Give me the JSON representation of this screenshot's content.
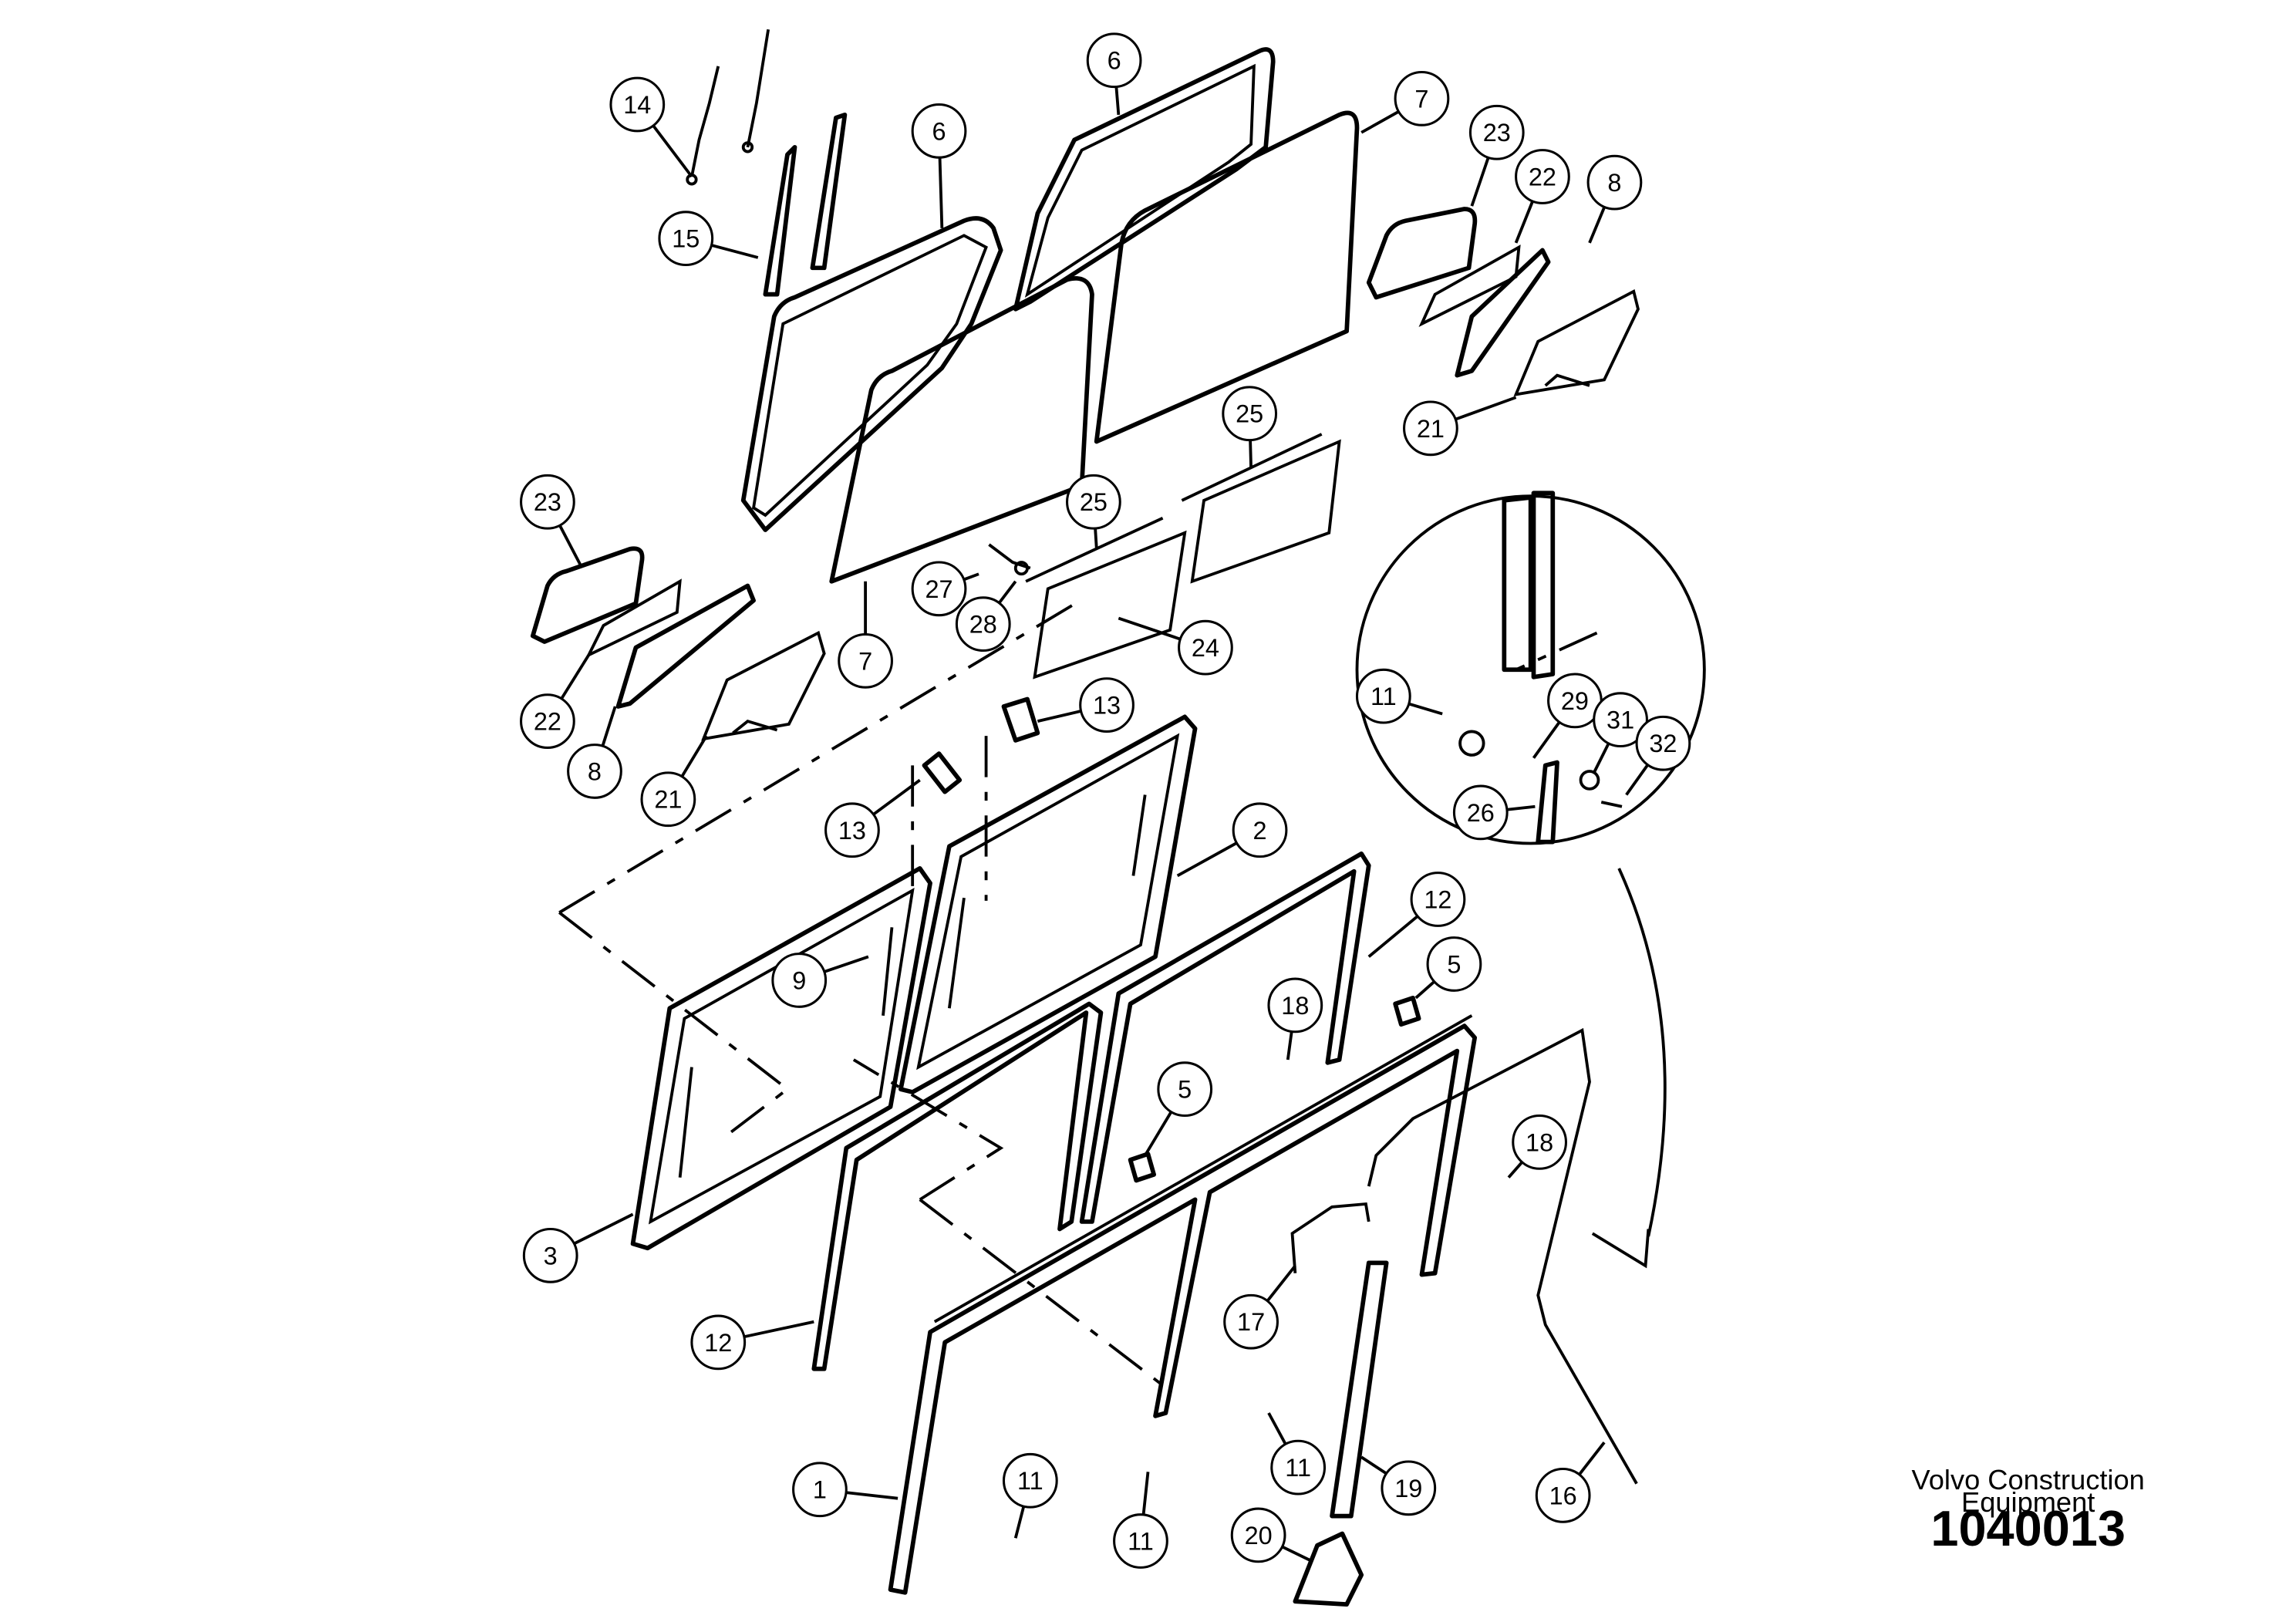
{
  "callouts": [
    {
      "label": "14"
    },
    {
      "label": "15"
    },
    {
      "label": "6"
    },
    {
      "label": "6"
    },
    {
      "label": "7"
    },
    {
      "label": "23"
    },
    {
      "label": "22"
    },
    {
      "label": "8"
    },
    {
      "label": "21"
    },
    {
      "label": "25"
    },
    {
      "label": "25"
    },
    {
      "label": "23"
    },
    {
      "label": "27"
    },
    {
      "label": "28"
    },
    {
      "label": "24"
    },
    {
      "label": "7"
    },
    {
      "label": "22"
    },
    {
      "label": "8"
    },
    {
      "label": "21"
    },
    {
      "label": "13"
    },
    {
      "label": "13"
    },
    {
      "label": "11"
    },
    {
      "label": "29"
    },
    {
      "label": "31"
    },
    {
      "label": "32"
    },
    {
      "label": "26"
    },
    {
      "label": "2"
    },
    {
      "label": "9"
    },
    {
      "label": "12"
    },
    {
      "label": "5"
    },
    {
      "label": "18"
    },
    {
      "label": "5"
    },
    {
      "label": "18"
    },
    {
      "label": "3"
    },
    {
      "label": "17"
    },
    {
      "label": "12"
    },
    {
      "label": "19"
    },
    {
      "label": "1"
    },
    {
      "label": "11"
    },
    {
      "label": "11"
    },
    {
      "label": "11"
    },
    {
      "label": "20"
    },
    {
      "label": "16"
    }
  ],
  "brand": {
    "line1": "Volvo Construction",
    "line2": "Equipment"
  },
  "drawing_code": "1040013"
}
